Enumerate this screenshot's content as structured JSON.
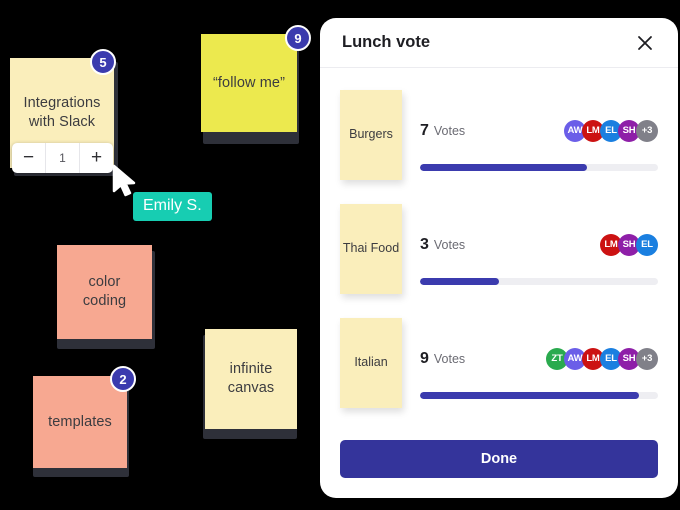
{
  "canvas": {
    "background_color": "#000000",
    "notes": [
      {
        "id": "integrations-with-slack",
        "text": "Integrations with Slack",
        "color": "#faeebb",
        "badge": "5",
        "stepper_value": "1",
        "stepper_minus": "−",
        "stepper_plus": "+"
      },
      {
        "id": "follow-me",
        "text": "“follow me”",
        "color": "#ece94e",
        "badge": "9"
      },
      {
        "id": "color-coding",
        "text": "color coding",
        "color": "#f7a891",
        "badge": ""
      },
      {
        "id": "templates",
        "text": "templates",
        "color": "#f7a891",
        "badge": "2"
      },
      {
        "id": "infinite-canvas",
        "text": "infinite canvas",
        "color": "#faeebb",
        "badge": ""
      }
    ],
    "cursor": {
      "name": "Emily S.",
      "color": "#17cdb2"
    }
  },
  "panel": {
    "title": "Lunch vote",
    "close_label": "✕",
    "vote_word": "Votes",
    "done_label": "Done",
    "accent_color": "#3b3bae",
    "options": [
      {
        "name": "Burgers",
        "votes": "7",
        "percent": 70,
        "avatars": [
          {
            "initials": "AW",
            "color": "#6b5ee8"
          },
          {
            "initials": "LM",
            "color": "#cc1212"
          },
          {
            "initials": "EL",
            "color": "#1a7fe0"
          },
          {
            "initials": "SH",
            "color": "#8e1fa8"
          },
          {
            "initials": "+3",
            "color": "#808089"
          }
        ]
      },
      {
        "name": "Thai Food",
        "votes": "3",
        "percent": 33,
        "avatars": [
          {
            "initials": "LM",
            "color": "#cc1212"
          },
          {
            "initials": "SH",
            "color": "#8e1fa8"
          },
          {
            "initials": "EL",
            "color": "#1a7fe0"
          }
        ]
      },
      {
        "name": "Italian",
        "votes": "9",
        "percent": 92,
        "avatars": [
          {
            "initials": "ZT",
            "color": "#2aaa4e"
          },
          {
            "initials": "AW",
            "color": "#6b5ee8"
          },
          {
            "initials": "LM",
            "color": "#cc1212"
          },
          {
            "initials": "EL",
            "color": "#1a7fe0"
          },
          {
            "initials": "SH",
            "color": "#8e1fa8"
          },
          {
            "initials": "+3",
            "color": "#808089"
          }
        ]
      }
    ]
  }
}
